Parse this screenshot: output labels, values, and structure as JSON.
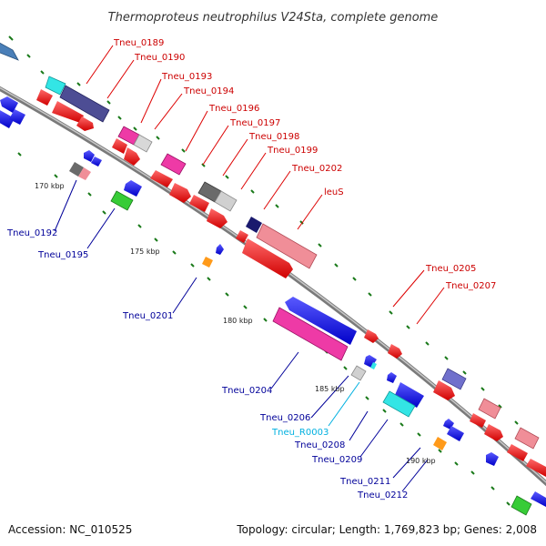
{
  "title": "Thermoproteus neutrophilus V24Sta, complete genome",
  "footer": {
    "accession": "Accession: NC_010525",
    "summary": "Topology: circular; Length: 1,769,823 bp; Genes: 2,008"
  },
  "colors": {
    "forward_label": "#cc0000",
    "reverse_label": "#000099",
    "rna_label": "#00b0e0",
    "backbone": "#999999",
    "tick": "#1a7a1a"
  },
  "tick_labels": [
    "170 kbp",
    "175 kbp",
    "180 kbp",
    "185 kbp",
    "190 kbp"
  ],
  "forward_labels": [
    "Tneu_0189",
    "Tneu_0190",
    "Tneu_0193",
    "Tneu_0194",
    "Tneu_0196",
    "Tneu_0197",
    "Tneu_0198",
    "Tneu_0199",
    "Tneu_0202",
    "leuS",
    "Tneu_0205",
    "Tneu_0207"
  ],
  "reverse_labels": [
    "Tneu_0192",
    "Tneu_0195",
    "Tneu_0201",
    "Tneu_0204",
    "Tneu_0206",
    "Tneu_R0003",
    "Tneu_0208",
    "Tneu_0209",
    "Tneu_0211",
    "Tneu_0212"
  ]
}
